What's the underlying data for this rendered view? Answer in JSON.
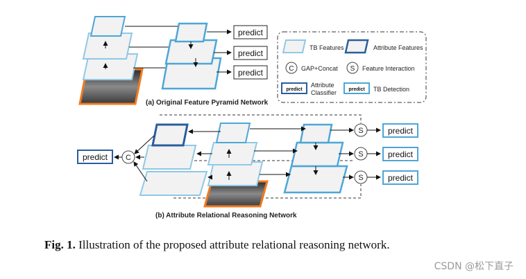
{
  "sections": {
    "a_title": "(a) Original Feature Pyramid Network",
    "b_title": "(b) Attribute Relational Reasoning Network"
  },
  "labels": {
    "predict": "predict",
    "concat_symbol": "C",
    "interaction_symbol": "S"
  },
  "legend": {
    "tb_features": "TB Features",
    "attribute_features": "Attribute Features",
    "gap_concat": "GAP+Concat",
    "feature_interaction": "Feature Interaction",
    "attribute_classifier_line1": "Attribute",
    "attribute_classifier_line2": "Classifier",
    "tb_detection": "TB Detection"
  },
  "caption": {
    "prefix": "Fig. 1.",
    "text": "Illustration of the proposed attribute relational reasoning network."
  },
  "watermark": "CSDN @松下直子",
  "colors": {
    "tb_light": "#8fc8e6",
    "tb_mid": "#4da6d6",
    "attribute_dark": "#2a5d9e",
    "xray_border": "#f07b21",
    "plane_fill": "#f2f2f2"
  }
}
